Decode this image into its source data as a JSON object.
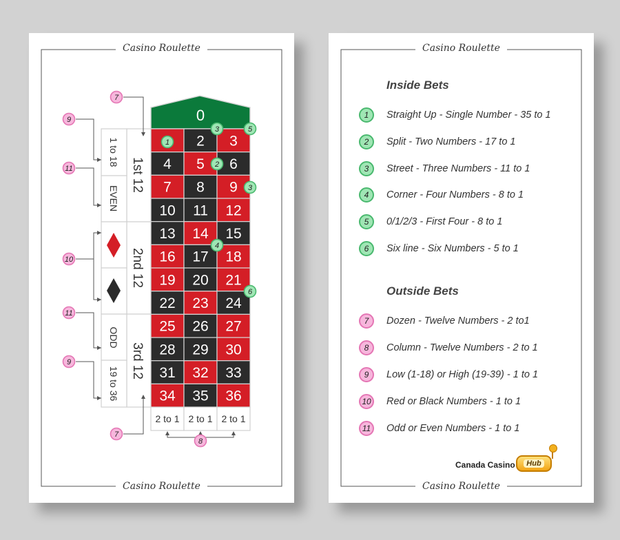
{
  "card_caption": "Casino Roulette",
  "zero": "0",
  "numbers": [
    {
      "n": "1",
      "c": "red"
    },
    {
      "n": "2",
      "c": "black"
    },
    {
      "n": "3",
      "c": "red"
    },
    {
      "n": "4",
      "c": "black"
    },
    {
      "n": "5",
      "c": "red"
    },
    {
      "n": "6",
      "c": "black"
    },
    {
      "n": "7",
      "c": "red"
    },
    {
      "n": "8",
      "c": "black"
    },
    {
      "n": "9",
      "c": "red"
    },
    {
      "n": "10",
      "c": "black"
    },
    {
      "n": "11",
      "c": "black"
    },
    {
      "n": "12",
      "c": "red"
    },
    {
      "n": "13",
      "c": "black"
    },
    {
      "n": "14",
      "c": "red"
    },
    {
      "n": "15",
      "c": "black"
    },
    {
      "n": "16",
      "c": "red"
    },
    {
      "n": "17",
      "c": "black"
    },
    {
      "n": "18",
      "c": "red"
    },
    {
      "n": "19",
      "c": "red"
    },
    {
      "n": "20",
      "c": "black"
    },
    {
      "n": "21",
      "c": "red"
    },
    {
      "n": "22",
      "c": "black"
    },
    {
      "n": "23",
      "c": "red"
    },
    {
      "n": "24",
      "c": "black"
    },
    {
      "n": "25",
      "c": "red"
    },
    {
      "n": "26",
      "c": "black"
    },
    {
      "n": "27",
      "c": "red"
    },
    {
      "n": "28",
      "c": "black"
    },
    {
      "n": "29",
      "c": "black"
    },
    {
      "n": "30",
      "c": "red"
    },
    {
      "n": "31",
      "c": "black"
    },
    {
      "n": "32",
      "c": "red"
    },
    {
      "n": "33",
      "c": "black"
    },
    {
      "n": "34",
      "c": "red"
    },
    {
      "n": "35",
      "c": "black"
    },
    {
      "n": "36",
      "c": "red"
    }
  ],
  "dozens": [
    "1st 12",
    "2nd 12",
    "3rd 12"
  ],
  "outside_labels": [
    "1 to 18",
    "EVEN",
    "ODD",
    "19 to 36"
  ],
  "columns": [
    "2 to 1",
    "2 to 1",
    "2 to 1"
  ],
  "board_markers": [
    "1",
    "2",
    "3",
    "3",
    "4",
    "5",
    "6"
  ],
  "side_markers": [
    "9",
    "11",
    "10",
    "11",
    "9"
  ],
  "dozen_markers": [
    "7",
    "7"
  ],
  "column_marker": "8",
  "colors": {
    "red": "#d41e26",
    "black": "#2b2b2b",
    "green": "#0b7a3b",
    "badge_green": "#9fe6b4",
    "badge_pink": "#f7b6dc"
  },
  "inside_title": "Inside Bets",
  "inside_bets": [
    {
      "num": "1",
      "text": "Straight Up - Single Number - 35 to 1"
    },
    {
      "num": "2",
      "text": "Split - Two Numbers - 17 to 1"
    },
    {
      "num": "3",
      "text": "Street - Three Numbers - 11 to 1"
    },
    {
      "num": "4",
      "text": "Corner - Four Numbers - 8 to 1"
    },
    {
      "num": "5",
      "text": "0/1/2/3 - First Four - 8 to 1"
    },
    {
      "num": "6",
      "text": "Six line - Six Numbers - 5 to 1"
    }
  ],
  "outside_title": "Outside Bets",
  "outside_bets": [
    {
      "num": "7",
      "text": "Dozen - Twelve Numbers - 2 to1"
    },
    {
      "num": "8",
      "text": "Column - Twelve Numbers - 2 to 1"
    },
    {
      "num": "9",
      "text": "Low (1-18) or High (19-39) - 1 to 1"
    },
    {
      "num": "10",
      "text": "Red or Black Numbers - 1 to 1"
    },
    {
      "num": "11",
      "text": "Odd or Even Numbers - 1 to 1"
    }
  ],
  "logo": {
    "text": "Canada Casino",
    "badge": "Hub"
  }
}
